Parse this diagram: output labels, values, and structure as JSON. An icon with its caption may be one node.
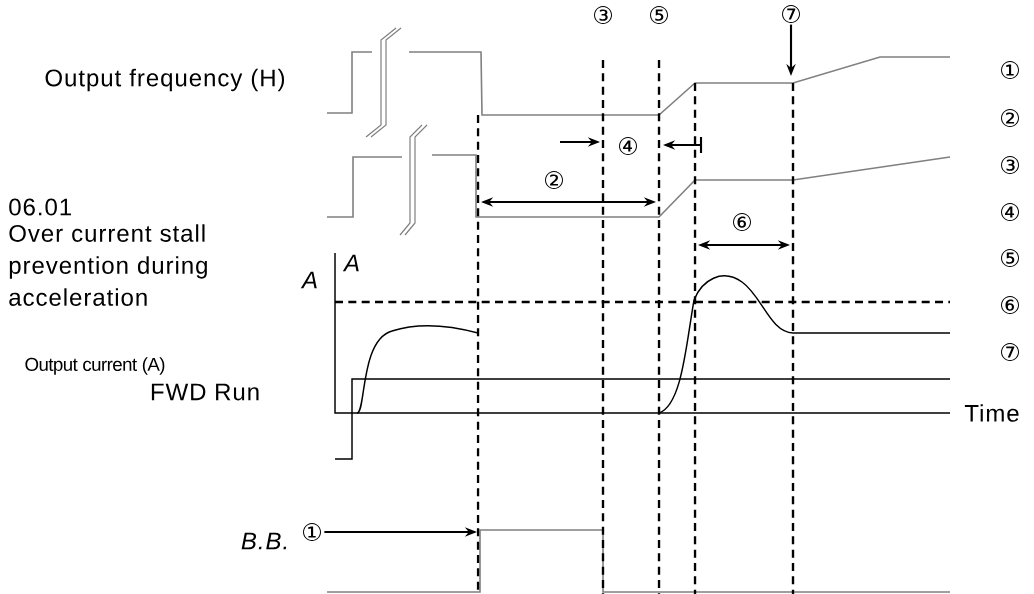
{
  "diagram": {
    "nodes": [
      {
        "text": [
          "⑦"
        ]
      },
      {
        "text": [
          "①"
        ]
      }
    ],
    "edges": [
      {
        "from": 0,
        "to": null,
        "arrow": "to"
      },
      {
        "from": 1,
        "to": null,
        "arrow": "to"
      }
    ],
    "labels": [
      "③",
      "⑤",
      "Output frequency (H)",
      "①",
      "④",
      "②",
      "②",
      "③",
      "06.01",
      "Over current stall prevention during acceleration",
      "④",
      "⑥",
      "A",
      "⑤",
      "A",
      "⑥",
      "Output current (A)",
      "⑦",
      "FWD Run",
      "Time",
      "B.B."
    ]
  }
}
